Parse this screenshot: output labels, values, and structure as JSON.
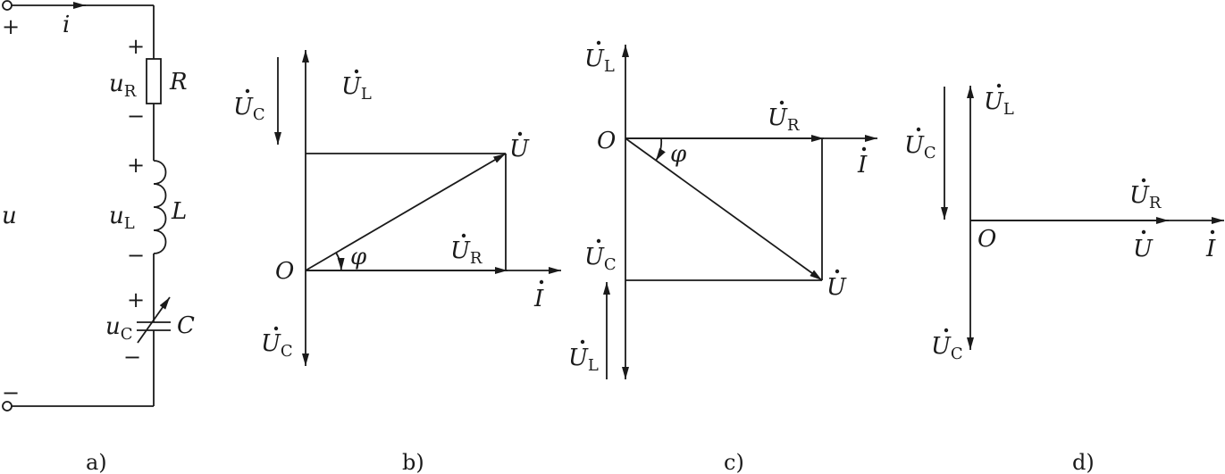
{
  "panel_a": {
    "caption": "a)",
    "current": "i",
    "source_voltage": "u",
    "plus": "+",
    "minus": "−",
    "resistor": {
      "name": "R",
      "voltage": "u",
      "voltage_sub": "R"
    },
    "inductor": {
      "name": "L",
      "voltage": "u",
      "voltage_sub": "L"
    },
    "capacitor": {
      "name": "C",
      "voltage": "u",
      "voltage_sub": "C"
    }
  },
  "panel_b": {
    "caption": "b)",
    "origin": "O",
    "phi": "φ",
    "UL": {
      "main": "U",
      "sub": "L"
    },
    "UC_top": {
      "main": "U",
      "sub": "C"
    },
    "UC_bottom": {
      "main": "U",
      "sub": "C"
    },
    "U": {
      "main": "U"
    },
    "UR": {
      "main": "U",
      "sub": "R"
    },
    "I": {
      "main": "I"
    }
  },
  "panel_c": {
    "caption": "c)",
    "origin": "O",
    "phi": "φ",
    "UL_top": {
      "main": "U",
      "sub": "L"
    },
    "UR": {
      "main": "U",
      "sub": "R"
    },
    "I": {
      "main": "I"
    },
    "UC": {
      "main": "U",
      "sub": "C"
    },
    "UL_bottom": {
      "main": "U",
      "sub": "L"
    },
    "U": {
      "main": "U"
    }
  },
  "panel_d": {
    "caption": "d)",
    "origin": "O",
    "UL": {
      "main": "U",
      "sub": "L"
    },
    "UC_top": {
      "main": "U",
      "sub": "C"
    },
    "UR": {
      "main": "U",
      "sub": "R"
    },
    "U": {
      "main": "U"
    },
    "I": {
      "main": "I"
    },
    "UC_bottom": {
      "main": "U",
      "sub": "C"
    }
  }
}
